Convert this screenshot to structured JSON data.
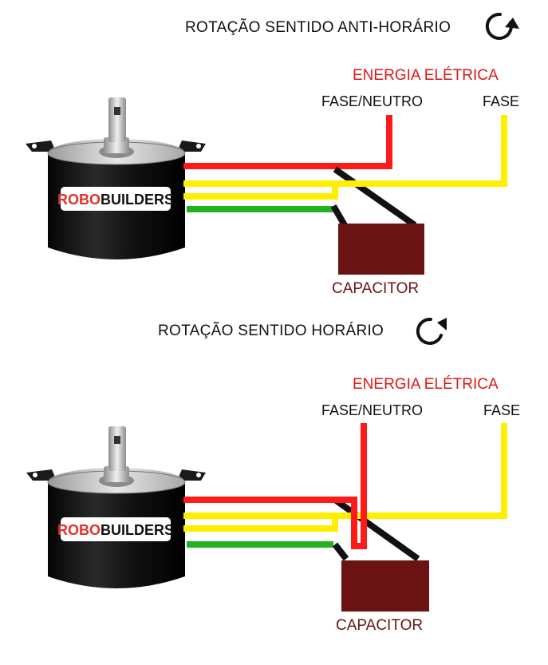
{
  "brand": {
    "part1": "ROBO",
    "part2": "BUILDERS",
    "color_red": "#e0312b",
    "color_black": "#111111"
  },
  "colors": {
    "red_wire": "#ff1a1a",
    "yellow_wire": "#ffee00",
    "green_wire": "#22b21e",
    "black_wire": "#111111",
    "capacitor": "#6b1312",
    "energy_label": "#e01616"
  },
  "sections": [
    {
      "title": "ROTAÇÃO SENTIDO ANTI-HORÁRIO",
      "rotation_icon": "counterclockwise-rotation-icon",
      "energy_label": "ENERGIA ELÉTRICA",
      "wire_labels": [
        "FASE/NEUTRO",
        "FASE"
      ],
      "capacitor_label": "CAPACITOR"
    },
    {
      "title": "ROTAÇÃO SENTIDO HORÁRIO",
      "rotation_icon": "clockwise-rotation-icon",
      "energy_label": "ENERGIA ELÉTRICA",
      "wire_labels": [
        "FASE/NEUTRO",
        "FASE"
      ],
      "capacitor_label": "CAPACITOR"
    }
  ]
}
